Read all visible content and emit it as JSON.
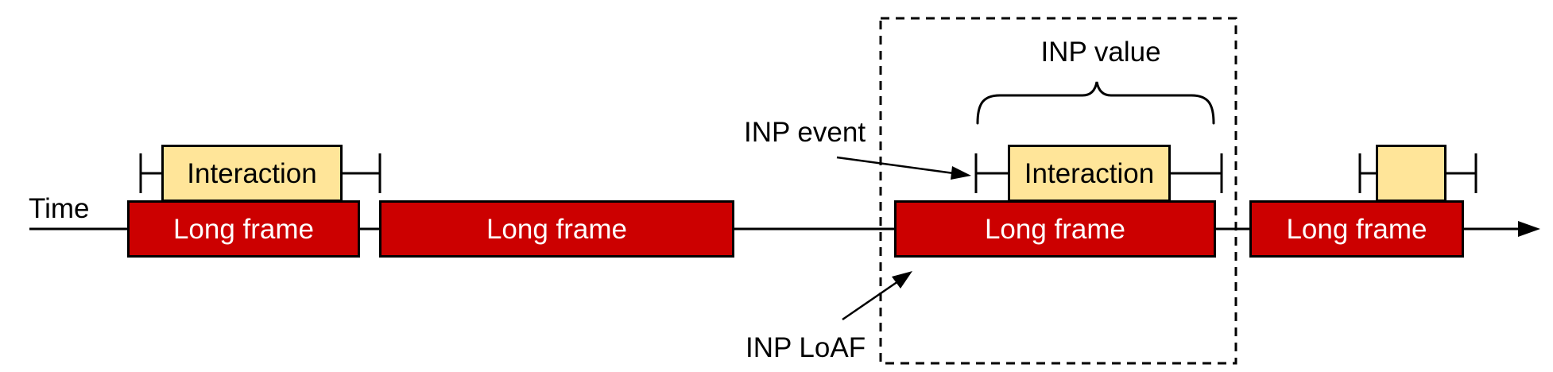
{
  "diagram": {
    "axis_label": "Time",
    "long_frames": [
      {
        "label": "Long frame"
      },
      {
        "label": "Long frame"
      },
      {
        "label": "Long frame"
      },
      {
        "label": "Long frame"
      }
    ],
    "interactions": [
      {
        "label": "Interaction"
      },
      {
        "label": "Interaction"
      },
      {
        "label": ""
      }
    ],
    "annotations": {
      "inp_value": "INP value",
      "inp_event": "INP event",
      "inp_loaf": "INP LoAF"
    },
    "colors": {
      "long_frame_fill": "#CC0000",
      "long_frame_text": "#FFFFFF",
      "interaction_fill": "#FFE599",
      "outline": "#000000",
      "background": "#FFFFFF"
    }
  }
}
